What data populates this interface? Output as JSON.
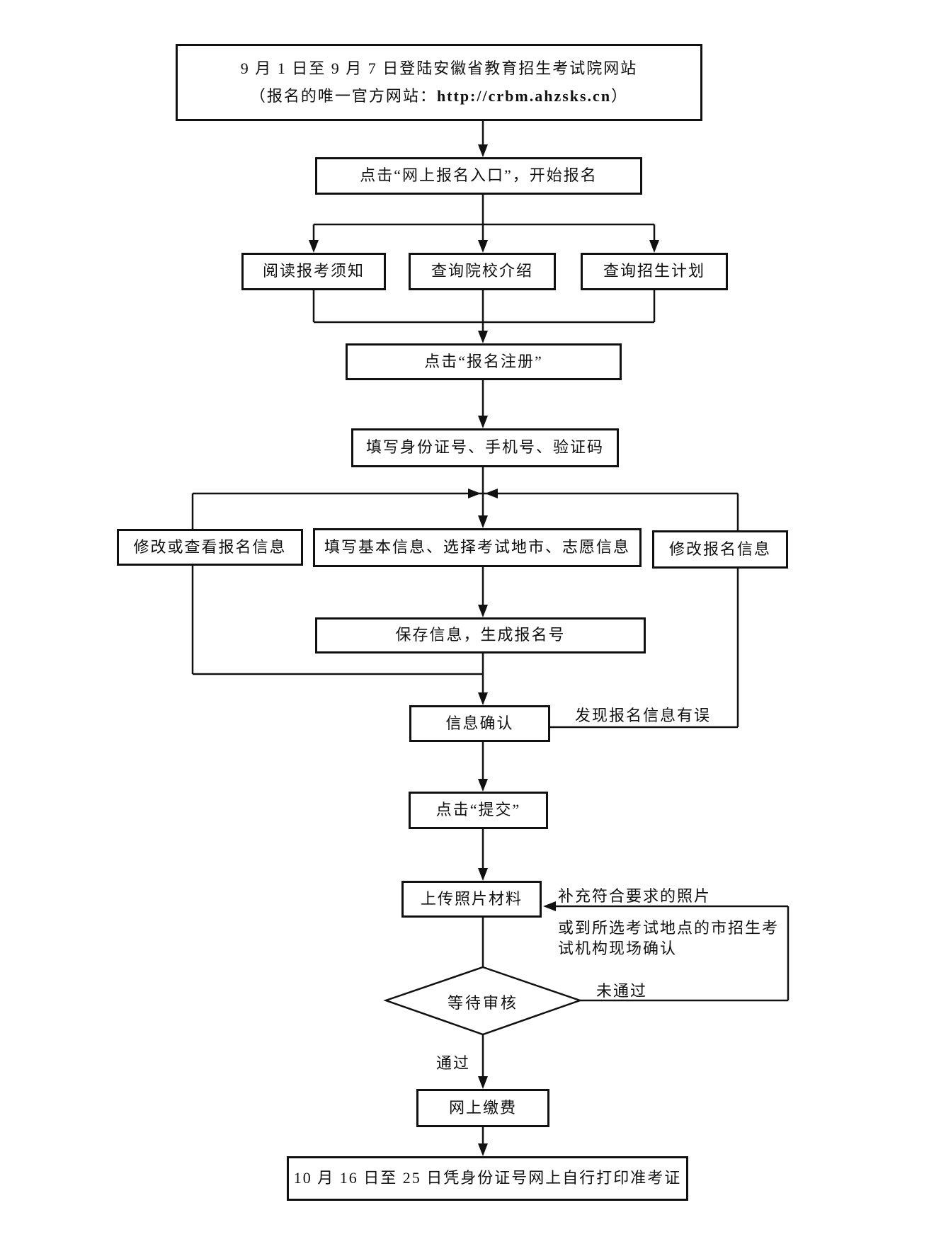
{
  "page": {
    "background_color": "#ffffff",
    "line_color": "#111111"
  },
  "flowchart": {
    "nodes": {
      "website": {
        "line1": "9 月 1 日至 9 月 7 日登陆安徽省教育招生考试院网站",
        "line2_prefix": "（报名的唯一官方网站：",
        "line2_url": "http://crbm.ahzsks.cn",
        "line2_suffix": "）"
      },
      "entry": {
        "label": "点击“网上报名入口”，开始报名"
      },
      "read_notice": {
        "label": "阅读报考须知"
      },
      "school_intro": {
        "label": "查询院校介绍"
      },
      "enroll_plan": {
        "label": "查询招生计划"
      },
      "register": {
        "label": "点击“报名注册”"
      },
      "fill_id": {
        "label": "填写身份证号、手机号、验证码"
      },
      "modify_view": {
        "label": "修改或查看报名信息"
      },
      "fill_info": {
        "label": "填写基本信息、选择考试地市、志愿信息"
      },
      "modify": {
        "label": "修改报名信息"
      },
      "save": {
        "label": "保存信息，生成报名号"
      },
      "confirm": {
        "label": "信息确认"
      },
      "submit": {
        "label": "点击“提交”"
      },
      "upload": {
        "label": "上传照片材料"
      },
      "review": {
        "label": "等待审核"
      },
      "pay": {
        "label": "网上缴费"
      },
      "print": {
        "label": "10 月 16 日至 25 日凭身份证号网上自行打印准考证"
      }
    },
    "edge_labels": {
      "error_found": "发现报名信息有误",
      "photo_note_line1": "补充符合要求的照片",
      "photo_note_line2": "或到所选考试地点的市招生考",
      "photo_note_line3": "试机构现场确认",
      "not_passed": "未通过",
      "passed": "通过"
    }
  }
}
